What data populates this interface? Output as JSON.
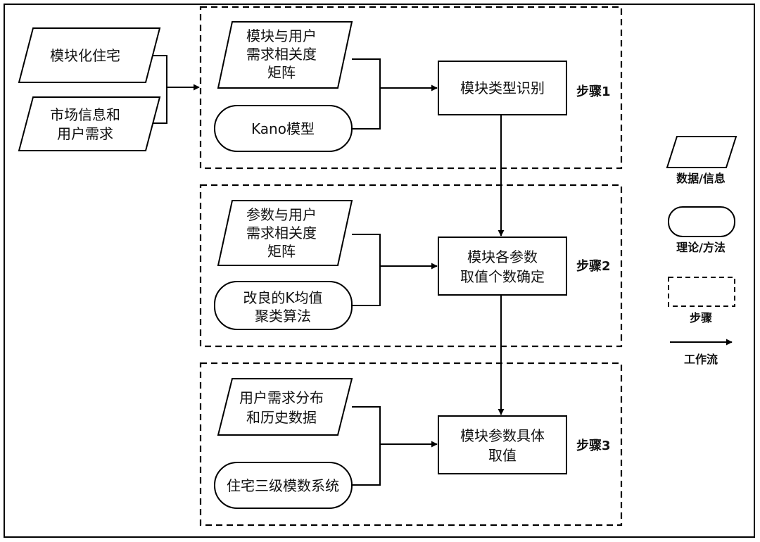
{
  "inputs": {
    "modular_housing": "模块化住宅",
    "market_info": [
      "市场信息和",
      "用户需求"
    ]
  },
  "steps": [
    {
      "label": "步骤1",
      "data_input": [
        "模块与用户",
        "需求相关度",
        "矩阵"
      ],
      "method": [
        "Kano模型"
      ],
      "process": [
        "模块类型识别"
      ]
    },
    {
      "label": "步骤2",
      "data_input": [
        "参数与用户",
        "需求相关度",
        "矩阵"
      ],
      "method": [
        "改良的K均值",
        "聚类算法"
      ],
      "process": [
        "模块各参数",
        "取值个数确定"
      ]
    },
    {
      "label": "步骤3",
      "data_input": [
        "用户需求分布",
        "和历史数据"
      ],
      "method": [
        "住宅三级模数系统"
      ],
      "process": [
        "模块参数具体",
        "取值"
      ]
    }
  ],
  "legend": {
    "data": "数据/信息",
    "method": "理论/方法",
    "step": "步骤",
    "flow": "工作流"
  }
}
